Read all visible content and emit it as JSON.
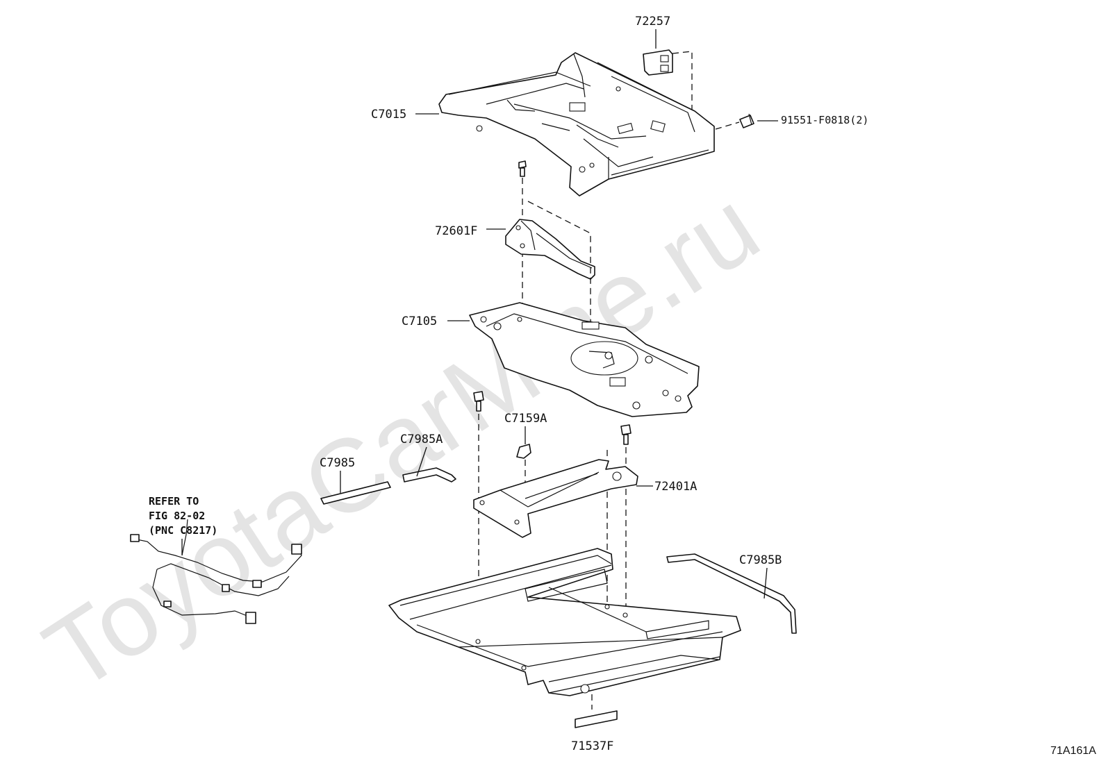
{
  "watermark": "ToyotaCarMine.ru",
  "figure_code": "71A161A",
  "labels": {
    "p72257": "72257",
    "pC7015": "C7015",
    "p91551": "91551-F0818(2)",
    "p72601F": "72601F",
    "pC7105": "C7105",
    "pC7159A": "C7159A",
    "pC7985A": "C7985A",
    "pC7985": "C7985",
    "p72401A": "72401A",
    "pC7985B": "C7985B",
    "p71537F": "71537F"
  },
  "refer_note": {
    "line1": "REFER TO",
    "line2": "FIG 82-02",
    "line3": "(PNC C8217)"
  }
}
